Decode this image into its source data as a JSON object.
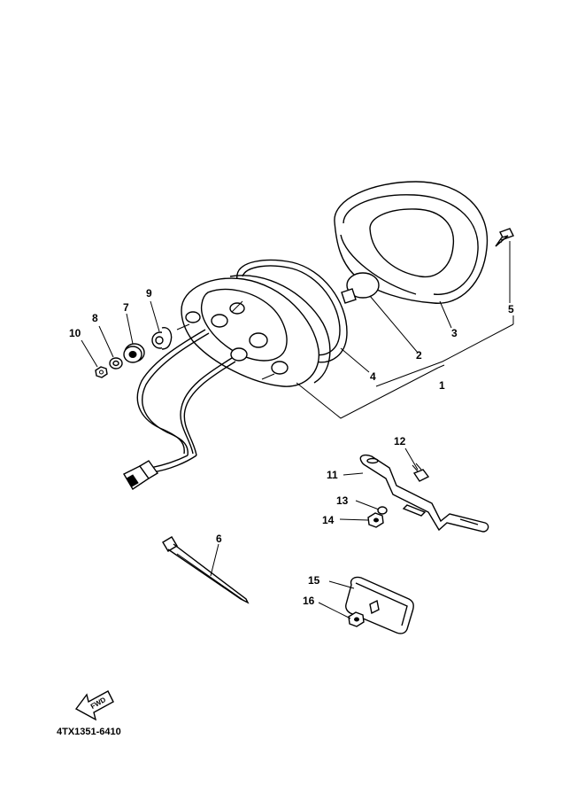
{
  "diagram": {
    "part_number_code": "4TX1351-6410",
    "forward_arrow_label": "FWD",
    "callouts": [
      "1",
      "2",
      "3",
      "4",
      "5",
      "6",
      "7",
      "8",
      "9",
      "10",
      "11",
      "12",
      "13",
      "14",
      "15",
      "16"
    ]
  }
}
